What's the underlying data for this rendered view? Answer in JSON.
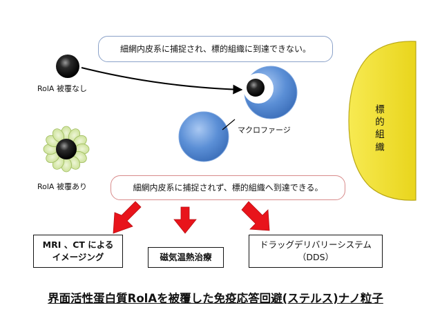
{
  "callouts": {
    "uncoated": "細網内皮系に捕捉され、標的組織に到達できない。",
    "coated": "細網内皮系に捕捉されず、標的組織へ到達できる。"
  },
  "particles": {
    "uncoated_label": "RolA 被覆なし",
    "coated_label": "RolA 被覆あり"
  },
  "macrophage_label": "マクロファージ",
  "target_tissue_label": "標的組織",
  "applications": {
    "imaging_line1": "MRI 、CT による",
    "imaging_line2": "イメージング",
    "hyperthermia": "磁気温熱治療",
    "dds_line1": "ドラッグデリバリーシステム",
    "dds_line2": "（DDS）"
  },
  "caption": "界面活性蛋白質RolAを被覆した免疫応答回避(ステルス)ナノ粒子",
  "colors": {
    "arrow_red": "#e8141b",
    "tissue_yellow": "#f2e02b",
    "macrophage_blue": "#5b8fd6",
    "petal_green": "#d4e6a3"
  }
}
